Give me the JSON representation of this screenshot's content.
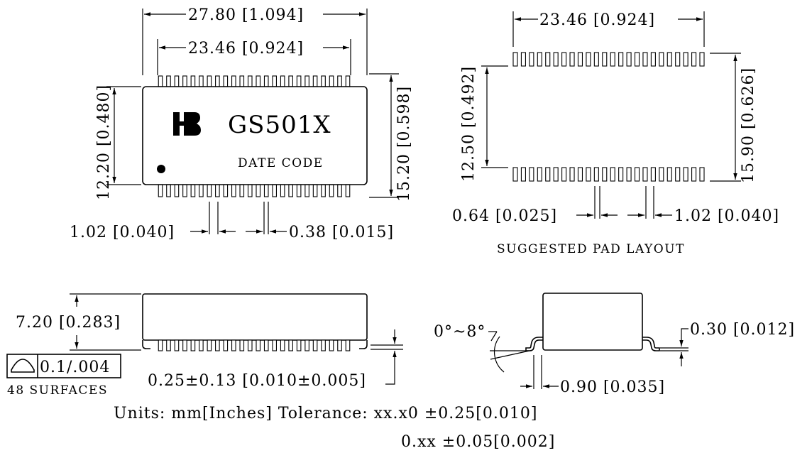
{
  "top_view": {
    "dim_overall_length": "27.80 [1.094]",
    "dim_pin_span": "23.46 [0.924]",
    "dim_body_width": "12.20 [0.480]",
    "dim_overall_width": "15.20 [0.598]",
    "dim_pitch": "1.02 [0.040]",
    "dim_lead_width": "0.38 [0.015]",
    "part_number": "GS501X",
    "date_code": "DATE CODE",
    "pins_per_side": 24
  },
  "pad_layout": {
    "title": "SUGGESTED PAD LAYOUT",
    "dim_pad_span": "23.46 [0.924]",
    "dim_inner": "12.50 [0.492]",
    "dim_outer": "15.90 [0.626]",
    "dim_pad_width": "0.64 [0.025]",
    "dim_pad_pitch": "1.02 [0.040]",
    "pads_per_side": 24
  },
  "side_view": {
    "dim_height": "7.20 [0.283]",
    "flatness_value": "0.1/.004",
    "flatness_note": "48 SURFACES",
    "dim_standoff": "0.25±0.13 [0.010±0.005]"
  },
  "end_view": {
    "angle": "0°~8°",
    "dim_lead_thickness": "0.30 [0.012]",
    "dim_foot_length": "0.90 [0.035]"
  },
  "notes": {
    "units": "Units: mm[Inches]  Tolerance: xx.x0  ±0.25[0.010]",
    "tolerance2": "0.xx  ±0.05[0.002]"
  }
}
